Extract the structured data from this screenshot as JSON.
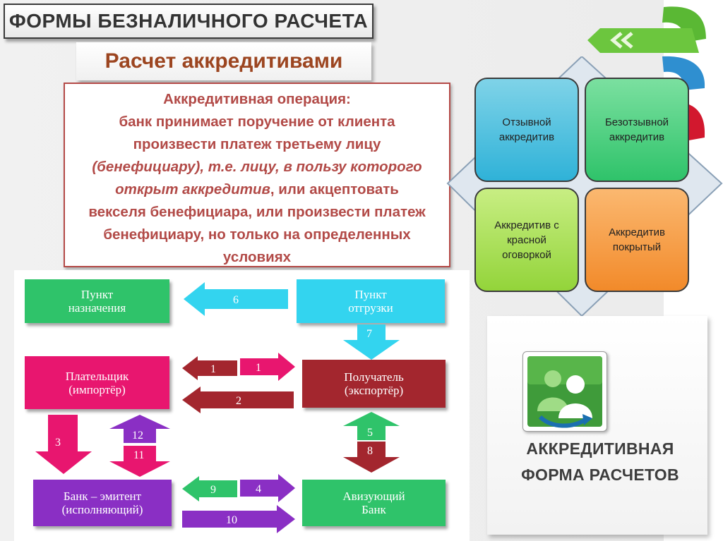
{
  "header": {
    "title": "ФОРМЫ БЕЗНАЛИЧНОГО РАСЧЕТА",
    "subtitle": "Расчет аккредитивами"
  },
  "definition": {
    "line1": "Аккредитивная операция:",
    "line2": "банк принимает поручение от клиента",
    "line3": "произвести платеж третьему лицу",
    "line4": "(бенефициару), т.е. лицу, в пользу которого",
    "line5_italic": "открыт аккредитив",
    "line5_rest": ", или акцептовать",
    "line6": "векселя бенефициара, или произвести платеж",
    "line7": "бенефициару, но только на определенных",
    "line8": "условиях"
  },
  "flow": {
    "nodes": {
      "destination": [
        "Пункт",
        "назначения"
      ],
      "shipment": [
        "Пункт",
        "отгрузки"
      ],
      "payer": [
        "Плательщик",
        "(импортёр)"
      ],
      "receiver": [
        "Получатель",
        "(экспортёр)"
      ],
      "issuing_bank": [
        "Банк – эмитент",
        "(исполняющий)"
      ],
      "advising_bank": [
        "Авизующий",
        "Банк"
      ]
    },
    "arrows": {
      "a6": "6",
      "a7": "7",
      "a1_left": "1",
      "a1_right": "1",
      "a2": "2",
      "a3": "3",
      "a12": "12",
      "a11": "11",
      "a5": "5",
      "a8": "8",
      "a9": "9",
      "a4": "4",
      "a10": "10"
    }
  },
  "types": {
    "revocable": [
      "Отзывной",
      "аккредитив"
    ],
    "irrevocable": [
      "Безотзывной",
      "аккредитив"
    ],
    "red_clause": [
      "Аккредитив с",
      "красной",
      "оговоркой"
    ],
    "covered": [
      "Аккредитив",
      "покрытый"
    ]
  },
  "badge": {
    "icon": "users-exchange-icon",
    "caption_line1": "АККРЕДИТИВНАЯ",
    "caption_line2": "ФОРМА РАСЧЕТОВ"
  },
  "colors": {
    "green": "#2fc36a",
    "cyan": "#33d4ef",
    "pink": "#e8166f",
    "brown": "#a3262e",
    "purple": "#8a2fc4",
    "title_brown": "#9c4520",
    "text_red": "#b24a47"
  }
}
